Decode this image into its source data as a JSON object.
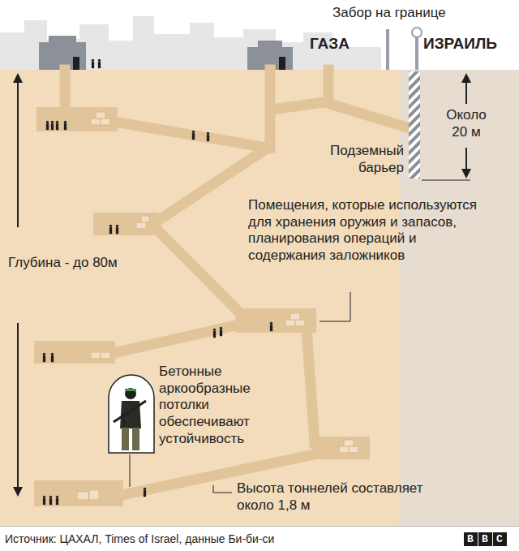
{
  "diagram": {
    "caption": "Источник: ЦАХАЛ, Times of Israel, данные Би-би-си",
    "labels": [
      "Забор на границе",
      "ГАЗА",
      "ИЗРАИЛЬ",
      "Около 20 м",
      "Подземный барьер",
      "Глубина - до 80м",
      "Помещения, которые используются для хранения оружия и запасов, планирования операций и содержания заложников",
      "Бетонные аркообразные потолки обеспечивают устойчивость",
      "Высота тоннелей составляет около 1,8 м",
      "BBC"
    ]
  }
}
